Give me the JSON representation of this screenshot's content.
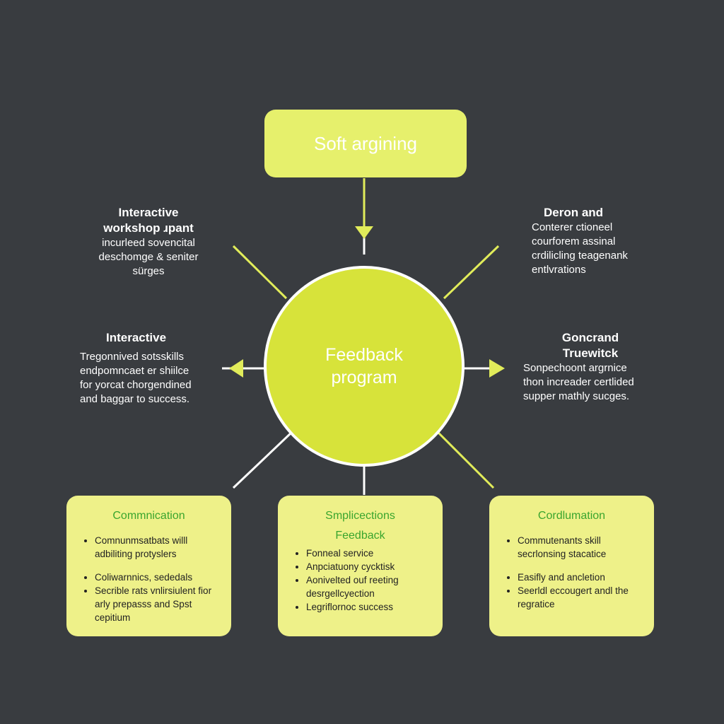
{
  "colors": {
    "background": "#393c40",
    "top_box": "#e6f06c",
    "hub": "#d7e33a",
    "card": "#eef189",
    "card_title": "#3aa52e",
    "connector": "#e1ec5a"
  },
  "top_box": {
    "label": "Soft argining"
  },
  "hub": {
    "line1": "Feedback",
    "line2": "program"
  },
  "notes": {
    "top_left": {
      "title1": "Interactive",
      "title2": "workshop ɹpant",
      "lines": [
        "incurleed sovencital",
        "deschomge & seniter",
        "sürges"
      ]
    },
    "top_right": {
      "title1": "Deron and",
      "lines": [
        "Conterer ctioneel",
        "courforem assinal",
        "crdilicling teagenank",
        "entlvrations"
      ]
    },
    "mid_left": {
      "title1": "Interactive",
      "lines": [
        "Tregonnived sotsskills",
        "endpomncaet er shiilce",
        "for yorcat chorgendined",
        "and baggar to success."
      ]
    },
    "mid_right": {
      "title1": "Goncrand",
      "title2": "Truewitck",
      "lines": [
        "Sonpechoont argrnice",
        "thon increader certlided",
        "supper mathly sucges."
      ]
    }
  },
  "cards": [
    {
      "title": "Commnication",
      "items": [
        "Comnunmsatbats willl adbiliting protyslers",
        "Coliwarnnics, sededals",
        "Secrible rats vnlirsiulent fior arly prepasss and Spst cepitium"
      ]
    },
    {
      "title": "Smplicections",
      "subtitle": "Feedback",
      "items": [
        "Fonneal service",
        "Anpciatuony cycktisk",
        "Aonivelted ouf reeting desrgellcyection",
        "Legriflornoc success"
      ]
    },
    {
      "title": "Cordlumation",
      "items": [
        "Commutenants skill secrlonsing stacatice",
        "Easifly and ancletion",
        "Seerldl eccougert andl the regratice"
      ]
    }
  ]
}
